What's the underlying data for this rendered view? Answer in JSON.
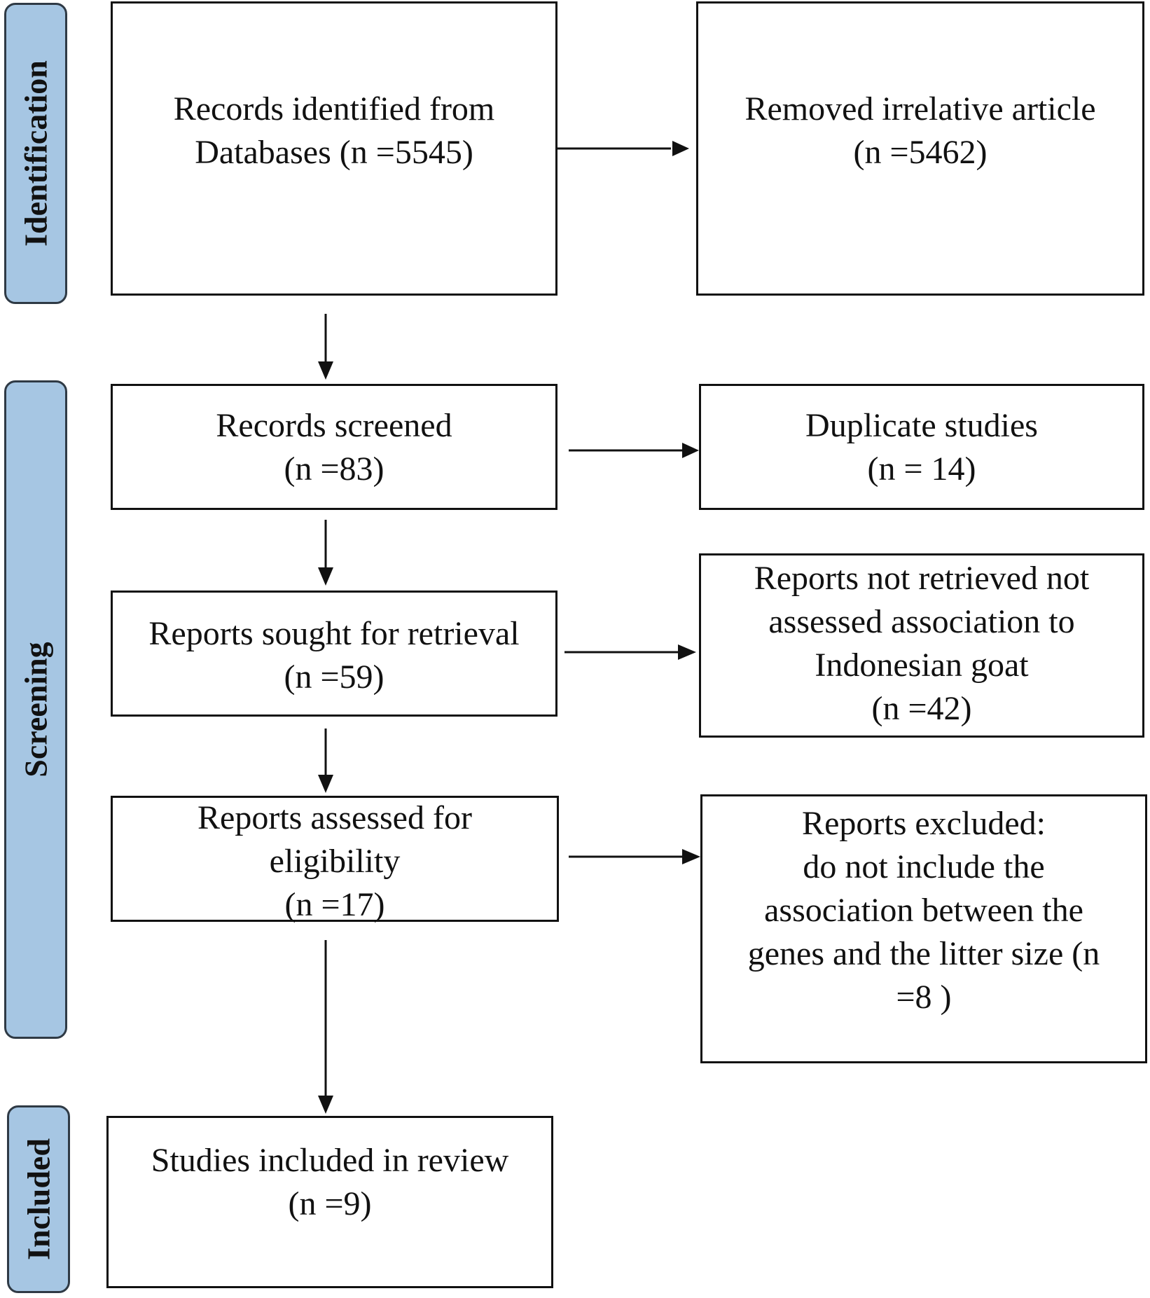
{
  "phases": {
    "identification": "Identification",
    "screening": "Screening",
    "included": "Included"
  },
  "boxes": {
    "records_identified": [
      "Records identified from",
      "Databases (n =5545)"
    ],
    "removed_irrelative": [
      "Removed irrelative article",
      "(n =5462)"
    ],
    "records_screened": [
      "Records screened",
      "(n =83)"
    ],
    "duplicate_studies": [
      "Duplicate studies",
      "(n = 14)"
    ],
    "reports_sought": [
      "Reports sought for retrieval",
      "(n =59)"
    ],
    "reports_not_retrieved": [
      "Reports not retrieved not",
      "assessed association to",
      "Indonesian goat",
      "(n =42)"
    ],
    "reports_assessed": [
      "Reports assessed for",
      "eligibility",
      "(n =17)"
    ],
    "reports_excluded": [
      "Reports excluded:",
      "do not include the",
      "association between the",
      "genes and the litter size (n",
      "=8 )"
    ],
    "studies_included": [
      "Studies included in review",
      "(n =9)"
    ]
  }
}
